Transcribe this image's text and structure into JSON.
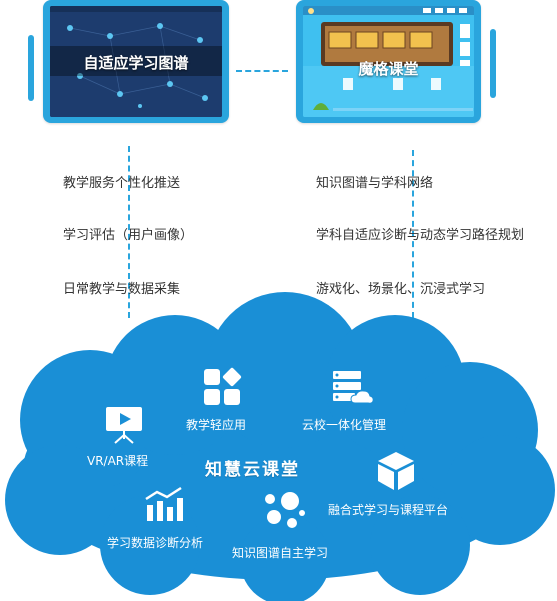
{
  "colors": {
    "accent": "#2aa5dd",
    "cloud": "#1a8fd6",
    "text": "#333333",
    "icon": "#ffffff"
  },
  "tablets": {
    "left": {
      "title": "自适应学习图谱"
    },
    "right": {
      "title": "魔格课堂"
    }
  },
  "left_list": [
    "教学服务个性化推送",
    "学习评估（用户画像）",
    "日常教学与数据采集"
  ],
  "right_list": [
    "知识图谱与学科网络",
    "学科自适应诊断与动态学习路径规划",
    "游戏化、场景化、沉浸式学习"
  ],
  "cloud": {
    "brand": "知慧云课堂",
    "features": [
      {
        "label": "VR/AR课程",
        "icon": "presentation-screen-icon"
      },
      {
        "label": "教学轻应用",
        "icon": "apps-grid-icon"
      },
      {
        "label": "云校一体化管理",
        "icon": "server-cloud-icon"
      },
      {
        "label": "融合式学习与课程平台",
        "icon": "cube-icon"
      },
      {
        "label": "学习数据诊断分析",
        "icon": "bar-chart-icon"
      },
      {
        "label": "知识图谱自主学习",
        "icon": "bubbles-icon"
      }
    ]
  }
}
